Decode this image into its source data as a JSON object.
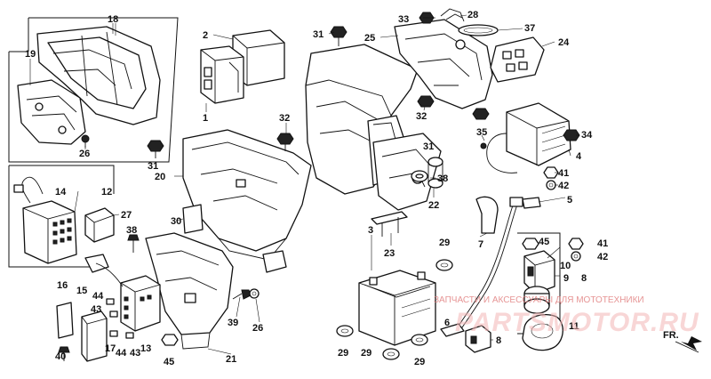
{
  "watermark": {
    "tagline": "ЗАПЧАСТИ И АКСЕССУАРЫ ДЛЯ МОТОТЕХНИКИ",
    "logo": "PARTSMOTOR.RU"
  },
  "direction_label": "FR.",
  "callouts": {
    "c18": "18",
    "c19": "19",
    "c26a": "26",
    "c2": "2",
    "c1": "1",
    "c31a": "31",
    "c33": "33",
    "c28": "28",
    "c37": "37",
    "c25": "25",
    "c24": "24",
    "c32a": "32",
    "c32b": "32",
    "c31b": "31",
    "c31c": "31",
    "c35": "35",
    "c34": "34",
    "c4": "4",
    "c41a": "41",
    "c42a": "42",
    "c5": "5",
    "c20": "20",
    "c38a": "38",
    "c22": "22",
    "c12": "12",
    "c14": "14",
    "c27": "27",
    "c30": "30",
    "c38b": "38",
    "c23": "23",
    "c3": "3",
    "c29a": "29",
    "c7": "7",
    "c45a": "45",
    "c41b": "41",
    "c42b": "42",
    "c10": "10",
    "c9": "9",
    "c8a": "8",
    "c16": "16",
    "c15": "15",
    "c44a": "44",
    "c43a": "43",
    "c39": "39",
    "c26b": "26",
    "c11": "11",
    "c8b": "8",
    "c29b": "29",
    "c29c": "29",
    "c29d": "29",
    "c40": "40",
    "c17": "17",
    "c44b": "44",
    "c43b": "43",
    "c13": "13",
    "c45b": "45",
    "c21": "21",
    "c6": "6"
  }
}
